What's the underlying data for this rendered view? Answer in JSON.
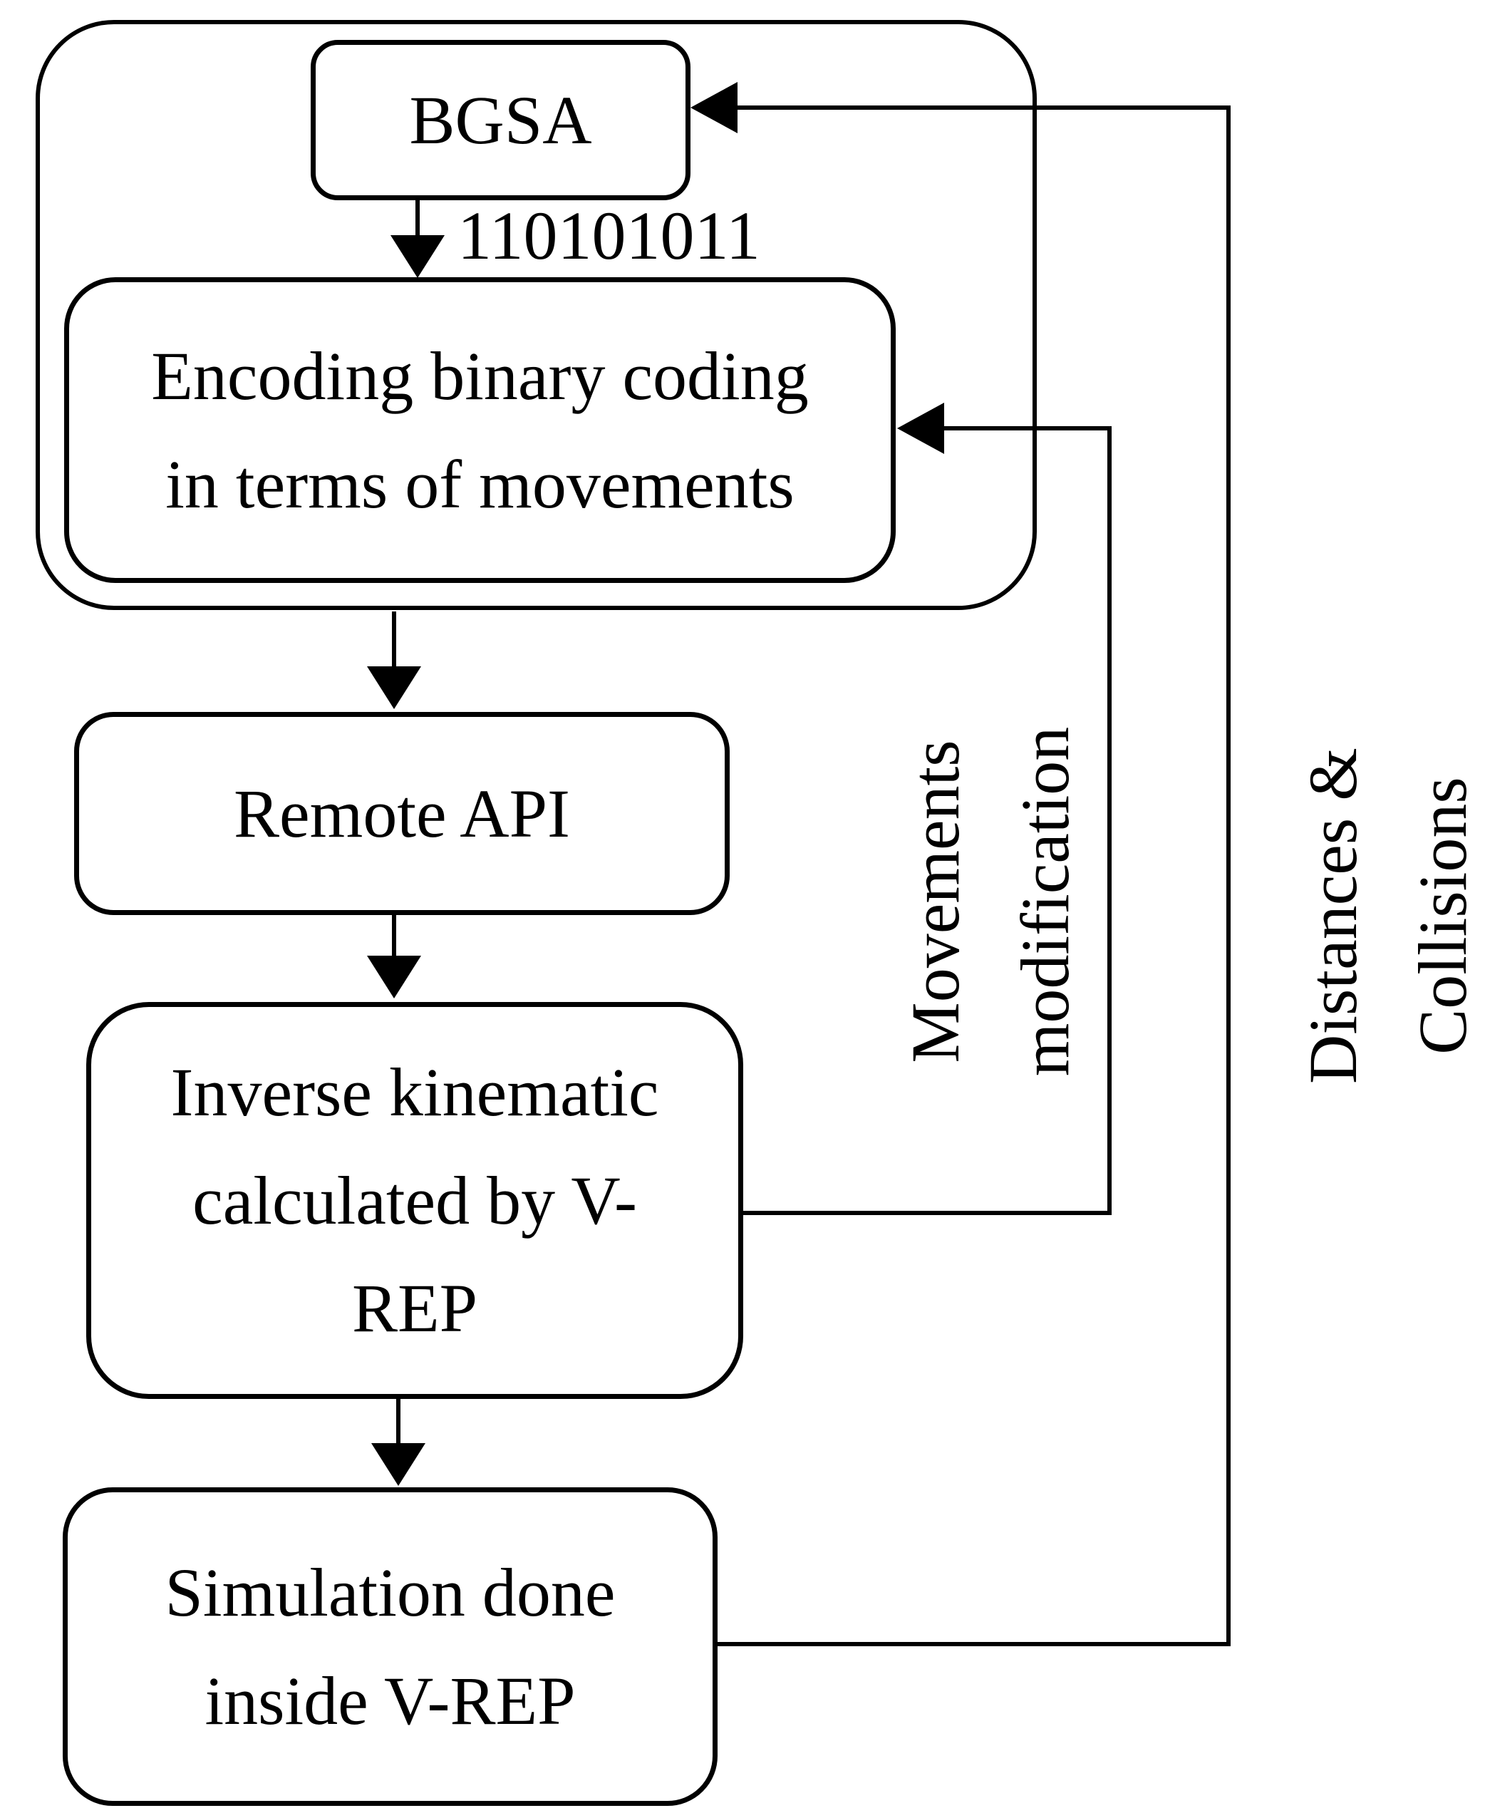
{
  "figure": {
    "type": "flowchart",
    "background": "#ffffff",
    "stroke_color": "#000000"
  },
  "nodes": {
    "bgsa": {
      "label": "BGSA"
    },
    "encoding": {
      "line1": "Encoding binary coding",
      "line2": "in terms of movements"
    },
    "remote_api": {
      "label": "Remote API"
    },
    "inverse_kinematic": {
      "line1": "Inverse kinematic",
      "line2": "calculated by V-",
      "line3": "REP"
    },
    "simulation": {
      "line1": "Simulation done",
      "line2": "inside V-REP"
    }
  },
  "edges": {
    "binary_label": "110101011",
    "movements_feedback": {
      "line1": "Movements",
      "line2": "modification"
    },
    "distances_feedback": {
      "line1": "Distances &",
      "line2": "Collisions"
    }
  }
}
